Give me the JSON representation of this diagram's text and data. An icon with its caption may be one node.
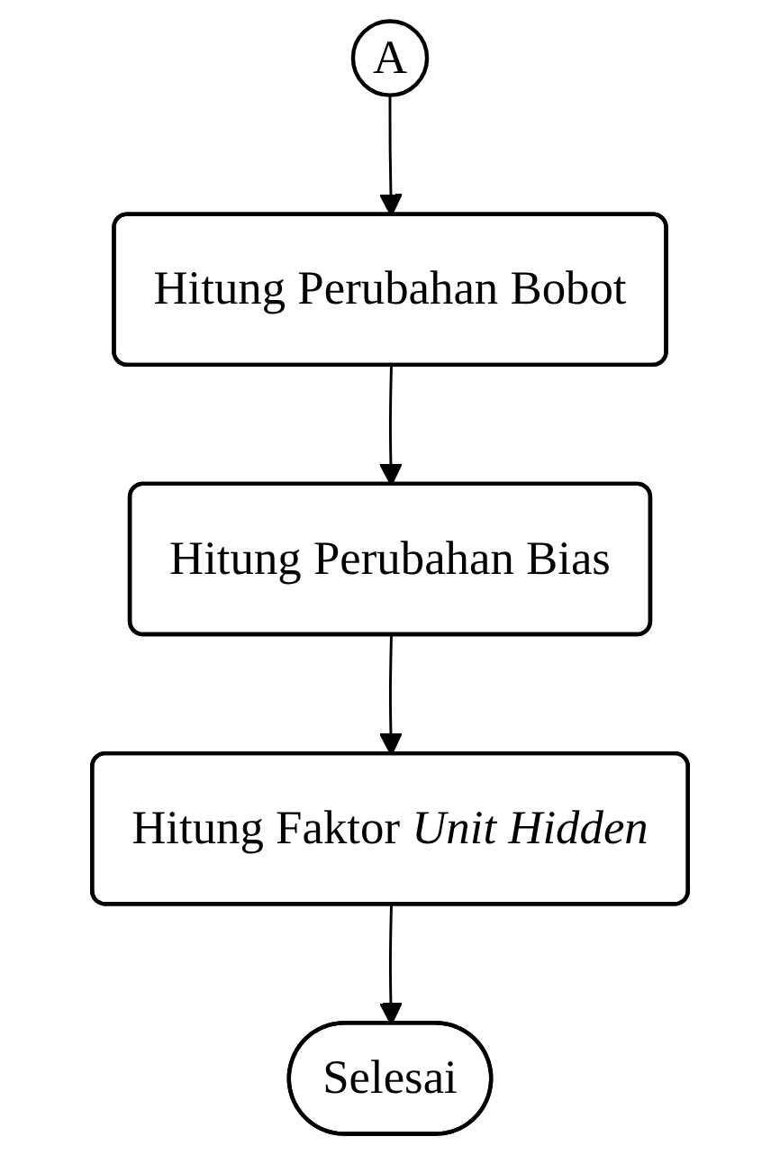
{
  "diagram": {
    "nodes": [
      {
        "text": [
          "A"
        ]
      },
      {
        "text": [
          "Hitung Perubahan Bobot"
        ]
      },
      {
        "text": [
          "Hitung Perubahan Bias"
        ]
      },
      {
        "text": [
          "Hitung Faktor *Unit Hidden*"
        ]
      },
      {
        "text": [
          "Selesai"
        ]
      }
    ],
    "edges": [
      {
        "from": 0,
        "to": 1,
        "arrow": "to"
      },
      {
        "from": 1,
        "to": 2,
        "arrow": "to"
      },
      {
        "from": 2,
        "to": 3,
        "arrow": "to"
      },
      {
        "from": 3,
        "to": 4,
        "arrow": "to"
      }
    ]
  }
}
